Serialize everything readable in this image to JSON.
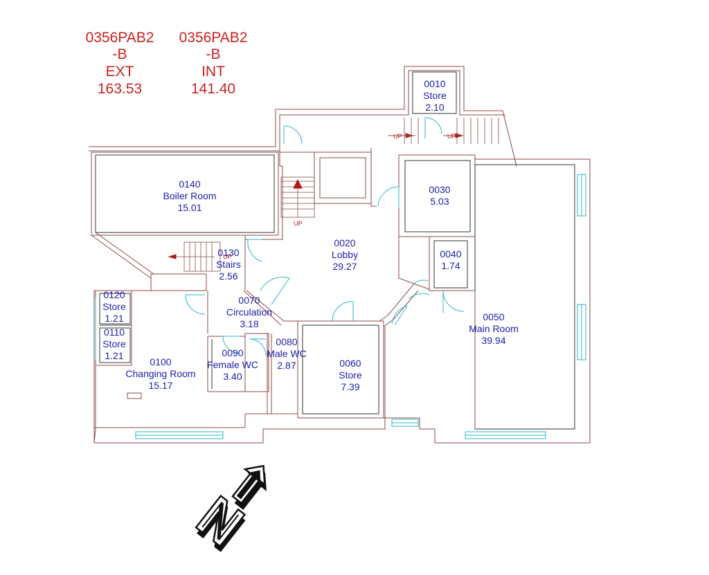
{
  "headers": [
    {
      "code": "0356PAB2",
      "suffix": "-B",
      "type": "EXT",
      "area": "163.53"
    },
    {
      "code": "0356PAB2",
      "suffix": "-B",
      "type": "INT",
      "area": "141.40"
    }
  ],
  "rooms": [
    {
      "id": "0010",
      "name": "Store",
      "area": "2.10"
    },
    {
      "id": "0020",
      "name": "Lobby",
      "area": "29.27"
    },
    {
      "id": "0030",
      "name": "",
      "area": "5.03"
    },
    {
      "id": "0040",
      "name": "",
      "area": "1.74"
    },
    {
      "id": "0050",
      "name": "Main Room",
      "area": "39.94"
    },
    {
      "id": "0060",
      "name": "Store",
      "area": "7.39"
    },
    {
      "id": "0070",
      "name": "Circulation",
      "area": "3.18"
    },
    {
      "id": "0080",
      "name": "Male WC",
      "area": "2.87"
    },
    {
      "id": "0090",
      "name": "Female WC",
      "area": "3.40"
    },
    {
      "id": "0100",
      "name": "Changing Room",
      "area": "15.17"
    },
    {
      "id": "0110",
      "name": "Store",
      "area": "1.21"
    },
    {
      "id": "0120",
      "name": "Store",
      "area": "1.21"
    },
    {
      "id": "0130",
      "name": "Stairs",
      "area": "2.56"
    },
    {
      "id": "0140",
      "name": "Boiler Room",
      "area": "15.01"
    }
  ],
  "stair_labels": {
    "up_0010_left": "UP",
    "up_0010_right": "UP",
    "up_lobby": "UP",
    "up_0130": "UP"
  },
  "colors": {
    "header_text": "#cc1f1f",
    "room_text": "#1c1ca8",
    "walls": "#8a4a4a",
    "doors_windows": "#2fb4c8",
    "arrows": "#b01818"
  },
  "north_arrow": "north-arrow-icon"
}
